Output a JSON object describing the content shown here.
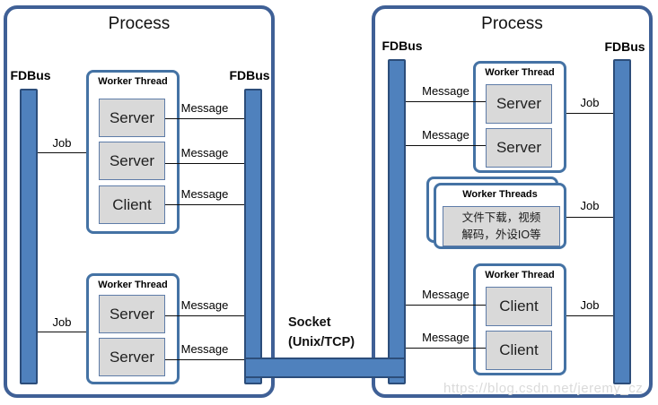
{
  "colors": {
    "process_border": "#3f6096",
    "worker_thread_border": "#4472a4",
    "bus_bar_fill": "#4f81bd",
    "bus_bar_border": "#2c4d7a",
    "node_fill": "#d9d9d9",
    "watermark_gray": "#dadada"
  },
  "left_process": {
    "title": "Process",
    "fdbus_left": "FDBus",
    "fdbus_right": "FDBus",
    "worker_thread_top": {
      "label": "Worker Thread",
      "nodes": [
        "Server",
        "Server",
        "Client"
      ]
    },
    "worker_thread_bottom": {
      "label": "Worker Thread",
      "nodes": [
        "Server",
        "Server"
      ]
    },
    "jobs": [
      "Job",
      "Job"
    ],
    "messages": [
      "Message",
      "Message",
      "Message",
      "Message",
      "Message"
    ]
  },
  "right_process": {
    "title": "Process",
    "fdbus_left": "FDBus",
    "fdbus_right": "FDBus",
    "worker_thread_top": {
      "label": "Worker Thread",
      "nodes": [
        "Server",
        "Server"
      ]
    },
    "worker_threads_stack": {
      "label": "Worker Threads",
      "task_line1": "文件下载，视频",
      "task_line2": "解码，外设IO等"
    },
    "worker_thread_bottom": {
      "label": "Worker Thread",
      "nodes": [
        "Client",
        "Client"
      ]
    },
    "jobs": [
      "Job",
      "Job",
      "Job"
    ],
    "messages": [
      "Message",
      "Message",
      "Message",
      "Message"
    ]
  },
  "socket": {
    "line1": "Socket",
    "line2": "(Unix/TCP)"
  },
  "watermark": "https://blog.csdn.net/jeremy_cz"
}
